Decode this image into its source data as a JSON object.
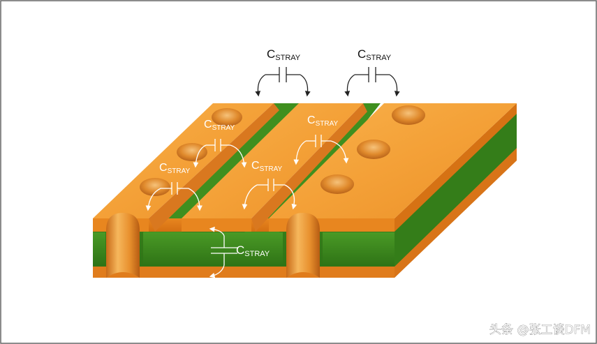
{
  "labels": {
    "stray_top_left": {
      "main": "C",
      "sub": "STRAY"
    },
    "stray_top_right": {
      "main": "C",
      "sub": "STRAY"
    },
    "stray_t1": {
      "main": "C",
      "sub": "STRAY"
    },
    "stray_t2": {
      "main": "C",
      "sub": "STRAY"
    },
    "stray_t3": {
      "main": "C",
      "sub": "STRAY"
    },
    "stray_t4": {
      "main": "C",
      "sub": "STRAY"
    },
    "stray_front": {
      "main": "C",
      "sub": "STRAY"
    }
  },
  "watermark": "头条 @张工谈DFM",
  "colors": {
    "copper": "#f5a035",
    "copper_dark": "#d9781f",
    "laminate": "#3f8f1f",
    "laminate_dark": "#2d6e14",
    "frame": "#666666"
  }
}
